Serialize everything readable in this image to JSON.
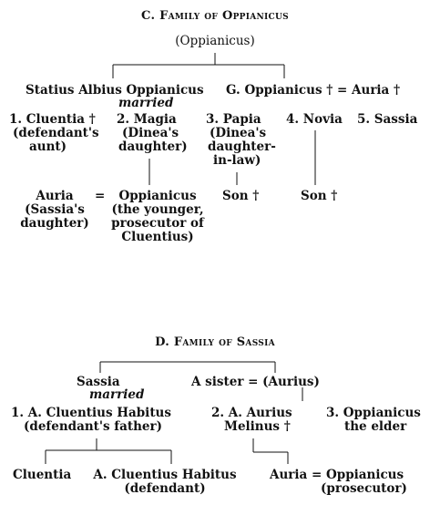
{
  "c": {
    "title_letter": "C.",
    "title_text": "Family of Oppianicus",
    "root": "(Oppianicus)",
    "statius": "Statius Albius Oppianicus",
    "married": "married",
    "goppianicus": "G. Oppianicus",
    "dagger": "†",
    "eq": "=",
    "auria": "Auria",
    "wives": [
      {
        "num": "1.",
        "lines": [
          "Cluentia †",
          "(defendant's",
          "aunt)"
        ]
      },
      {
        "num": "2.",
        "lines": [
          "Magia",
          "(Dinea's",
          "daughter)"
        ]
      },
      {
        "num": "3.",
        "lines": [
          "Papia",
          "(Dinea's",
          "daughter-",
          "in-law)"
        ]
      },
      {
        "num": "4.",
        "lines": [
          "Novia"
        ]
      },
      {
        "num": "5.",
        "lines": [
          "Sassia"
        ]
      }
    ],
    "auria_child": [
      "Auria",
      "(Sassia's",
      "daughter)"
    ],
    "oppianicus_younger": [
      "Oppianicus",
      "(the younger,",
      "prosecutor of",
      "Cluentius)"
    ],
    "son_papia": "Son †",
    "son_novia": "Son †"
  },
  "d": {
    "title_letter": "D.",
    "title_text": "Family of Sassia",
    "sassia": "Sassia",
    "married": "married",
    "sister": "A sister = (Aurius)",
    "husbands": [
      {
        "num": "1.",
        "lines": [
          "A. Cluentius Habitus",
          "(defendant's father)"
        ]
      },
      {
        "num": "2.",
        "lines": [
          "A. Aurius",
          "Melinus †"
        ]
      },
      {
        "num": "3.",
        "lines": [
          "Oppianicus",
          "the elder"
        ]
      }
    ],
    "cluentia": "Cluentia",
    "habitus_son": [
      "A. Cluentius Habitus",
      "(defendant)"
    ],
    "auria_eq": "Auria = Oppianicus",
    "prosecutor": "(prosecutor)"
  }
}
